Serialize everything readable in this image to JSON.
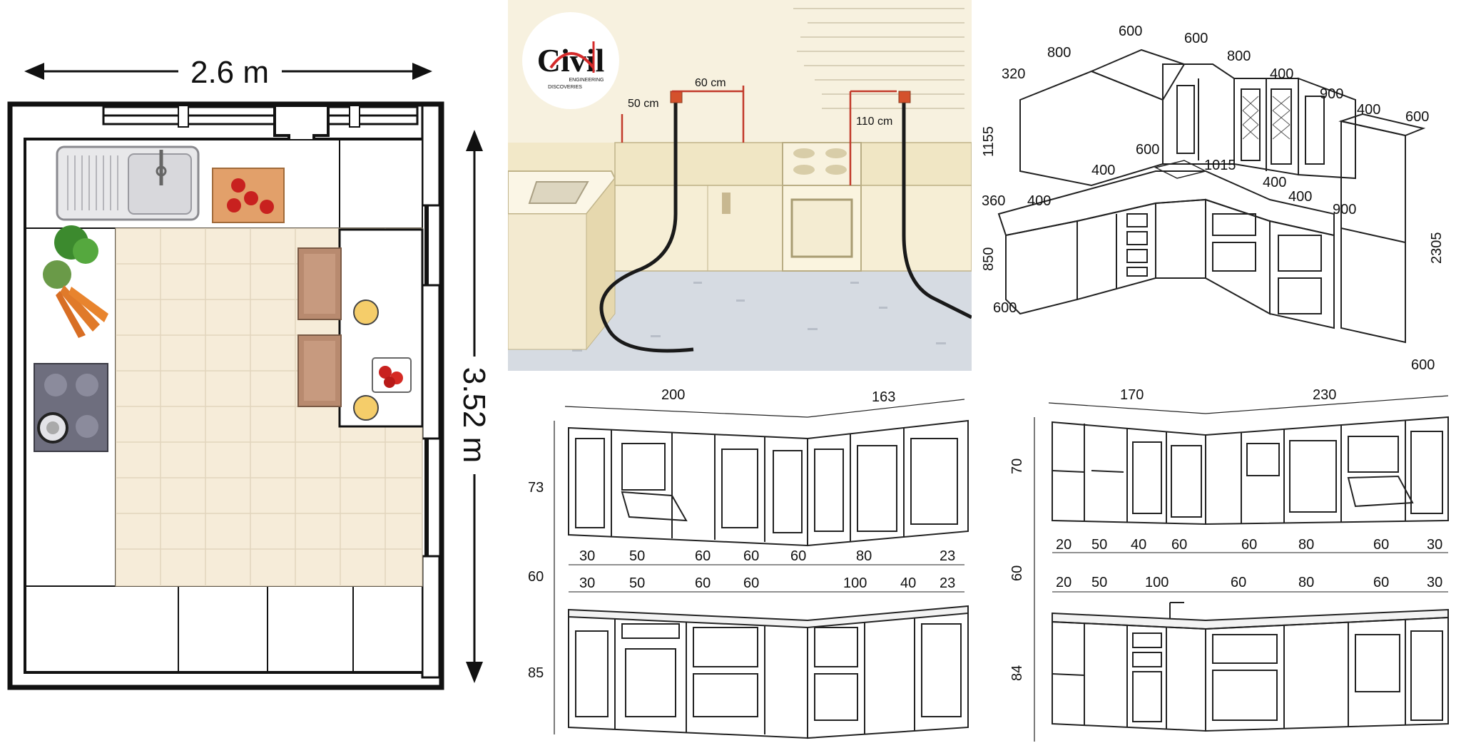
{
  "floor_plan": {
    "width_label": "2.6 m",
    "height_label": "3.52 m"
  },
  "photo": {
    "logo_word": "Civil",
    "logo_line1": "ENGINEERING",
    "logo_line2": "DISCOVERIES",
    "dim_a": "50 cm",
    "dim_b": "60 cm",
    "dim_c": "110 cm"
  },
  "iso": {
    "labels": [
      "320",
      "800",
      "600",
      "600",
      "800",
      "400",
      "900",
      "400",
      "600",
      "1155",
      "400",
      "600",
      "1015",
      "400",
      "400",
      "900",
      "360",
      "400",
      "850",
      "600",
      "2305",
      "600"
    ]
  },
  "layout1": {
    "top_width_left": "200",
    "top_width_right": "163",
    "height_upper": "73",
    "height_gap": "60",
    "height_lower": "85",
    "upper_widths": [
      "30",
      "50",
      "60",
      "60",
      "60",
      "80",
      "23"
    ],
    "lower_widths": [
      "30",
      "50",
      "60",
      "60",
      "100",
      "40",
      "23"
    ]
  },
  "layout2": {
    "top_width_left": "170",
    "top_width_right": "230",
    "height_upper": "70",
    "height_gap": "60",
    "height_lower": "84",
    "upper_widths": [
      "20",
      "50",
      "40",
      "60",
      "60",
      "80",
      "60",
      "30"
    ],
    "lower_widths": [
      "20",
      "50",
      "100",
      "60",
      "80",
      "60",
      "30"
    ]
  },
  "colors": {
    "floor_tile": "#f6ecd9",
    "wall": "#111111",
    "stool": "#b88a6f",
    "hob": "#6e6e7e",
    "cable": "#1a1a1a",
    "logo_red": "#d42a2a"
  }
}
